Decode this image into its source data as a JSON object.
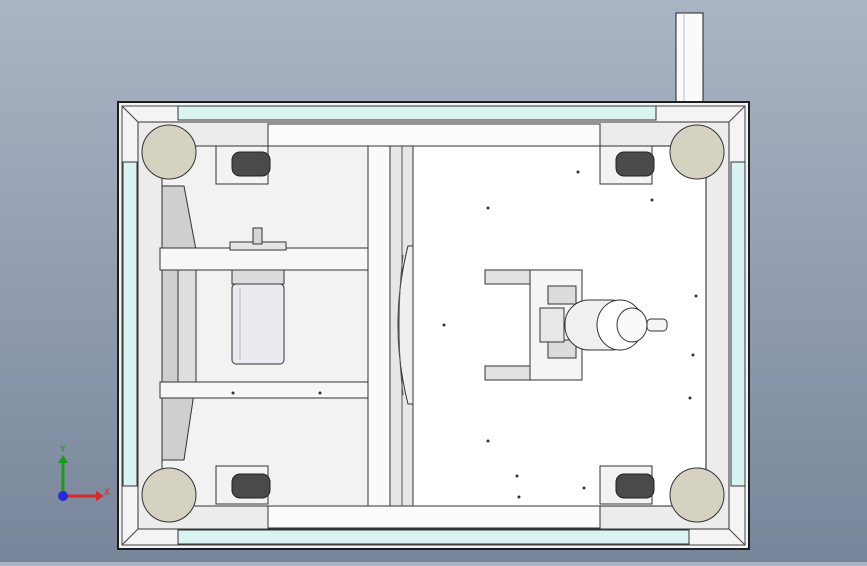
{
  "viewport": {
    "background_top": "#a9b4c4",
    "background_bottom": "#78859a",
    "frame_color": "#2a2a2a",
    "glass_color": "#d8f3f2",
    "caster_color": "#d5d2c2"
  },
  "triad": {
    "x_label": "X",
    "y_label": "Y",
    "x_color": "#d42a2a",
    "y_color": "#1c9a1c",
    "z_color": "#2a2ad4"
  },
  "model": {
    "components": [
      "outer-frame",
      "glass-panels",
      "corner-posts",
      "caster-wheels",
      "motor",
      "shaft",
      "bearing-block",
      "blower-fan",
      "base-plate",
      "handle"
    ]
  }
}
